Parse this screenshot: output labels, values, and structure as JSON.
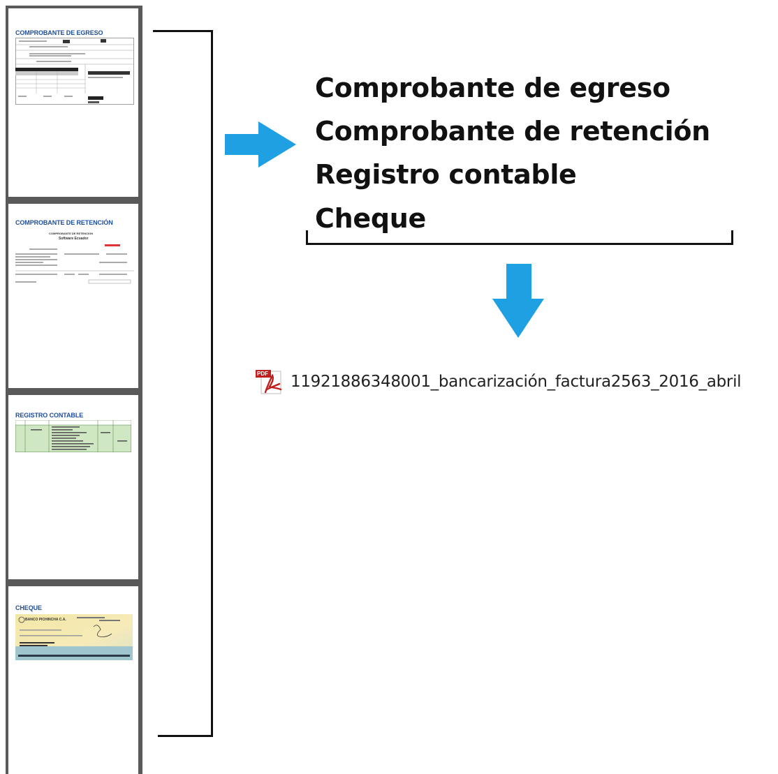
{
  "pages": [
    {
      "title": "COMPROBANTE DE EGRESO"
    },
    {
      "title": "COMPROBANTE DE RETENCIÓN",
      "sub_title": "COMPROBANTE DE RETENCION",
      "company": "Software Ecuador"
    },
    {
      "title": "REGISTRO CONTABLE"
    },
    {
      "title": "CHEQUE",
      "bank": "BANCO PICHINCHA C.A."
    }
  ],
  "documents": [
    "Comprobante de egreso",
    "Comprobante de retención",
    "Registro contable",
    "Cheque"
  ],
  "file": {
    "icon_label": "PDF",
    "name": "11921886348001_bancarización_factura2563_2016_abril"
  },
  "colors": {
    "arrow": "#1fa0e3",
    "page_title": "#1f4e9b",
    "stack_frame": "#595959"
  },
  "icons": [
    "arrow-right-icon",
    "arrow-down-icon",
    "pdf-file-icon"
  ]
}
